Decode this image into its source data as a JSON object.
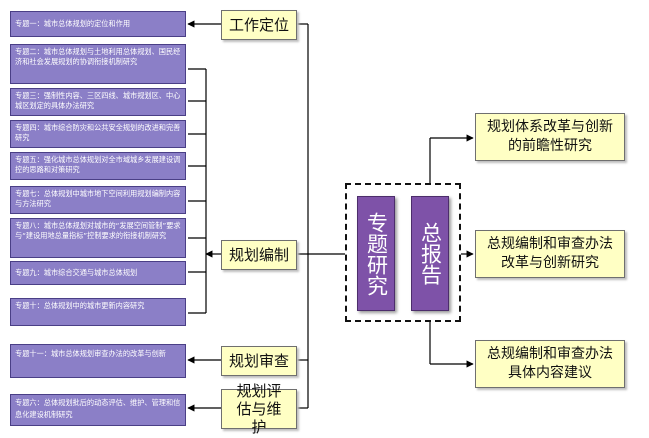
{
  "topics": [
    "专题一：城市总体规划的定位和作用",
    "专题二：城市总体规划与土地利用总体规划、国民经济和社会发展规划的协调衔接机制研究",
    "专题三：强制性内容、三区四线、城市规划区、中心城区划定的具体办法研究",
    "专题四：城市综合防灾和公共安全规划的改进和完善研究",
    "专题五：强化城市总体规划对全市域城乡发展建设调控的思路和对策研究",
    "专题七：总体规划中城市地下空间利用规划编制内容与方法研究",
    "专题八：城市总体规划对城市的“发展空间管制”要求与“建设用地总量指标”控制要求的衔接机制研究",
    "专题九：城市综合交通与城市总体规划",
    "专题十：总体规划中的城市更新内容研究",
    "专题十一：城市总体规划审查办法的改革与创新",
    "专题六：总体规划批后的动态评估、维护、管理和信息化建设机制研究"
  ],
  "categories": {
    "positioning": "工作定位",
    "compilation": "规划编制",
    "review": "规划审查",
    "evaluation": "规划评估与维护"
  },
  "center": {
    "special_research": "专题研究",
    "general_report": "总报告"
  },
  "outputs": [
    "规划体系改革与创新的前瞻性研究",
    "总规编制和审查办法改革与创新研究",
    "总规编制和审查办法具体内容建议"
  ],
  "colors": {
    "topic_fill": "#8b7fc7",
    "category_fill": "#ffffc4",
    "center_fill": "#7e52a8",
    "line": "#000000"
  }
}
